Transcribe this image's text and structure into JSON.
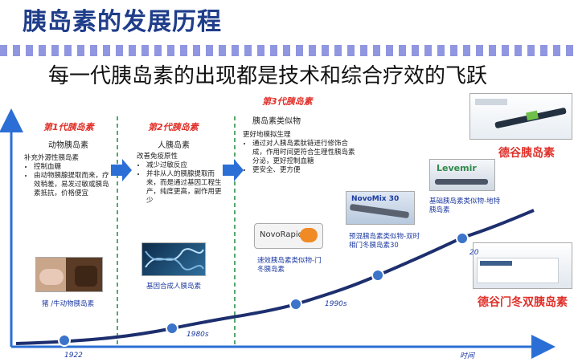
{
  "title": "胰岛素的发展历程",
  "subtitle": "每一代胰岛素的出现都是技术和综合疗效的飞跃",
  "generations": [
    {
      "title": "第1代胰岛素",
      "name": "动物胰岛素",
      "lead": "补充外源性胰岛素",
      "bullets": [
        "控制血糖",
        "由动物胰腺提取而来，疗效稍差，易发过敏或胰岛素抵抗，价格便宜"
      ]
    },
    {
      "title": "第2代胰岛素",
      "name": "人胰岛素",
      "lead": "改善免疫原性",
      "bullets": [
        "减少过敏反应",
        "并非从人的胰腺提取而来，而是通过基因工程生产，纯度更高，副作用更少"
      ]
    },
    {
      "title": "第3代胰岛素",
      "name": "胰岛素类似物",
      "lead": "更好地模拟生理",
      "bullets": [
        "通过对人胰岛素肽链进行修饰合成，作用时间更符合生理性胰岛素分泌，更好控制血糖",
        "更安全、更方便"
      ]
    }
  ],
  "milestones": [
    {
      "caption": "猪 /牛动物胰岛素"
    },
    {
      "caption": "基因合成人胰岛素"
    },
    {
      "caption": "速效胰岛素类似物-门冬胰岛素",
      "product": "NovoRapid"
    },
    {
      "caption": "预混胰岛素类似物-双时相门冬胰岛素30",
      "product": "NovoMix 30"
    },
    {
      "caption": "基础胰岛素类似物-地特胰岛素",
      "product": "Levemir"
    }
  ],
  "ticks": [
    "1922",
    "1980s",
    "1990s",
    "20"
  ],
  "x_axis_label": "时间",
  "brands": [
    "德谷胰岛素",
    "德谷门冬双胰岛素"
  ],
  "colors": {
    "title": "#1f3d8a",
    "accent_red": "#e0312a",
    "axis_blue": "#2b6fd6",
    "curve_navy": "#1d2f6e"
  }
}
